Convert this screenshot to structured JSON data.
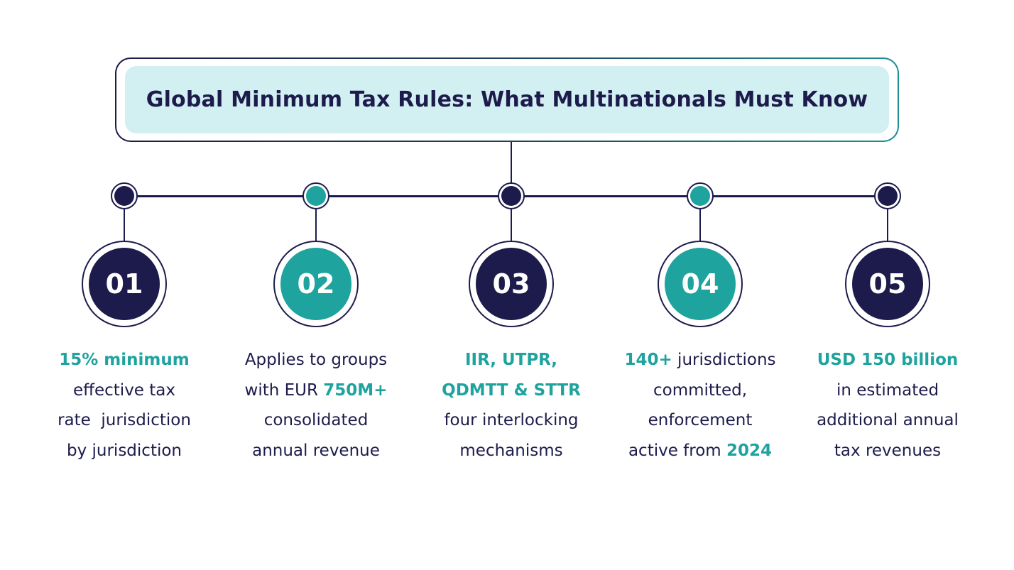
{
  "title": "Global Minimum Tax Rules: What Multinationals Must Know",
  "colors": {
    "navy": "#1d1b4b",
    "teal": "#1ea39f",
    "title_fill": "#d2eff2",
    "background": "#ffffff"
  },
  "steps": [
    {
      "number": "01",
      "color": "navy",
      "lines": [
        [
          {
            "text": "15% minimum",
            "highlight": true
          }
        ],
        [
          {
            "text": "effective tax",
            "highlight": false
          }
        ],
        [
          {
            "text": "rate  jurisdiction",
            "highlight": false
          }
        ],
        [
          {
            "text": "by jurisdiction",
            "highlight": false
          }
        ]
      ]
    },
    {
      "number": "02",
      "color": "teal",
      "lines": [
        [
          {
            "text": "Applies to groups",
            "highlight": false
          }
        ],
        [
          {
            "text": "with EUR ",
            "highlight": false
          },
          {
            "text": "750M+",
            "highlight": true
          }
        ],
        [
          {
            "text": "consolidated",
            "highlight": false
          }
        ],
        [
          {
            "text": "annual revenue",
            "highlight": false
          }
        ]
      ]
    },
    {
      "number": "03",
      "color": "navy",
      "lines": [
        [
          {
            "text": "IIR, UTPR,",
            "highlight": true
          }
        ],
        [
          {
            "text": "QDMTT & STTR",
            "highlight": true
          }
        ],
        [
          {
            "text": "four interlocking",
            "highlight": false
          }
        ],
        [
          {
            "text": "mechanisms",
            "highlight": false
          }
        ]
      ]
    },
    {
      "number": "04",
      "color": "teal",
      "lines": [
        [
          {
            "text": "140+",
            "highlight": true
          },
          {
            "text": " jurisdictions",
            "highlight": false
          }
        ],
        [
          {
            "text": "committed,",
            "highlight": false
          }
        ],
        [
          {
            "text": "enforcement",
            "highlight": false
          }
        ],
        [
          {
            "text": "active from ",
            "highlight": false
          },
          {
            "text": "2024",
            "highlight": true
          }
        ]
      ]
    },
    {
      "number": "05",
      "color": "navy",
      "lines": [
        [
          {
            "text": "USD 150 billion",
            "highlight": true
          }
        ],
        [
          {
            "text": "in estimated",
            "highlight": false
          }
        ],
        [
          {
            "text": "additional annual",
            "highlight": false
          }
        ],
        [
          {
            "text": "tax revenues",
            "highlight": false
          }
        ]
      ]
    }
  ]
}
